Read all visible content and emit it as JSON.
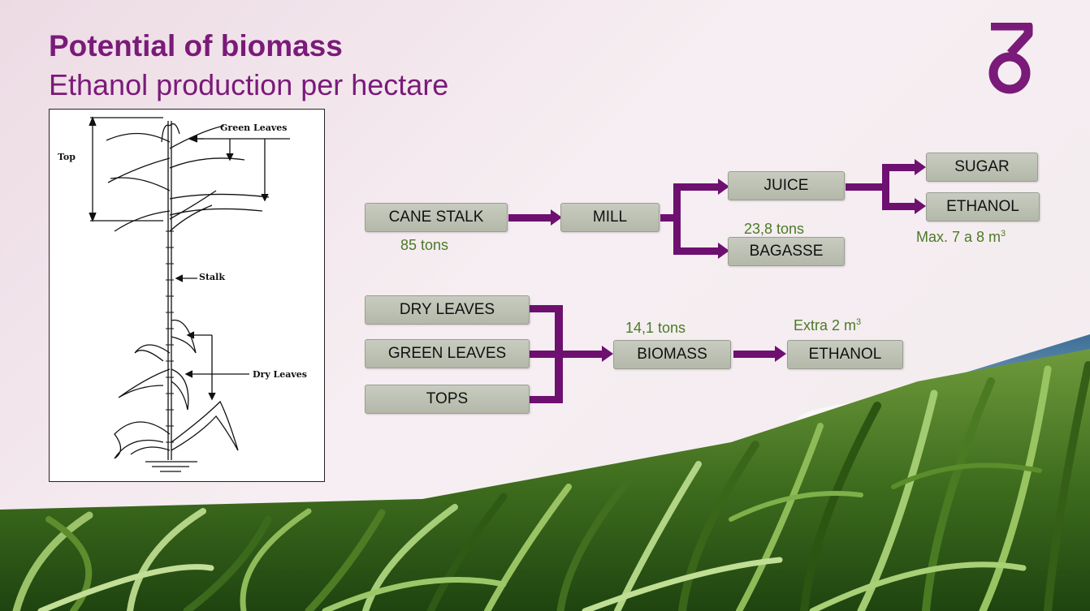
{
  "header": {
    "title": "Potential of biomass",
    "subtitle": "Ethanol production per hectare"
  },
  "plant": {
    "label_top": "Top",
    "label_green_leaves": "Green Leaves",
    "label_stalk": "Stalk",
    "label_dry_leaves": "Dry Leaves"
  },
  "flow1": {
    "cane_stalk": "CANE STALK",
    "cane_stalk_amount": "85 tons",
    "mill": "MILL",
    "juice": "JUICE",
    "bagasse": "BAGASSE",
    "bagasse_amount": "23,8 tons",
    "sugar": "SUGAR",
    "ethanol": "ETHANOL",
    "ethanol_amount": "Max. 7 a 8 m",
    "ethanol_amount_exp": "3"
  },
  "flow2": {
    "dry_leaves": "DRY LEAVES",
    "green_leaves": "GREEN LEAVES",
    "tops": "TOPS",
    "biomass": "BIOMASS",
    "biomass_amount": "14,1 tons",
    "ethanol": "ETHANOL",
    "ethanol_amount": "Extra 2 m",
    "ethanol_amount_exp": "3"
  },
  "colors": {
    "title": "#7a1a79",
    "arrow": "#6e1070",
    "note": "#4c7a26",
    "box": "#bfc3b6"
  },
  "icons": [
    "brand-logo-icon",
    "sugarcane-plant-illustration",
    "sugarcane-field-photo"
  ]
}
